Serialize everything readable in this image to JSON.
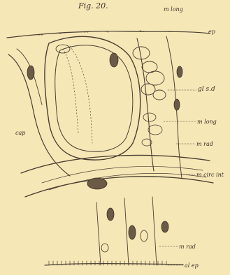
{
  "figure": {
    "title": "Fig. 20."
  },
  "labels": {
    "m_long_top": "m long",
    "ep": "ep",
    "gl_sd": "gl s.d",
    "m_long_mid": "m long",
    "m_rad_mid": "m rad",
    "cap": "cap",
    "m_circ_int": "m circ int",
    "m_rad_bot": "m rad",
    "al_ep": "al ep"
  },
  "colors": {
    "paper": "#f6e7b6",
    "ink": "#3a3128"
  }
}
